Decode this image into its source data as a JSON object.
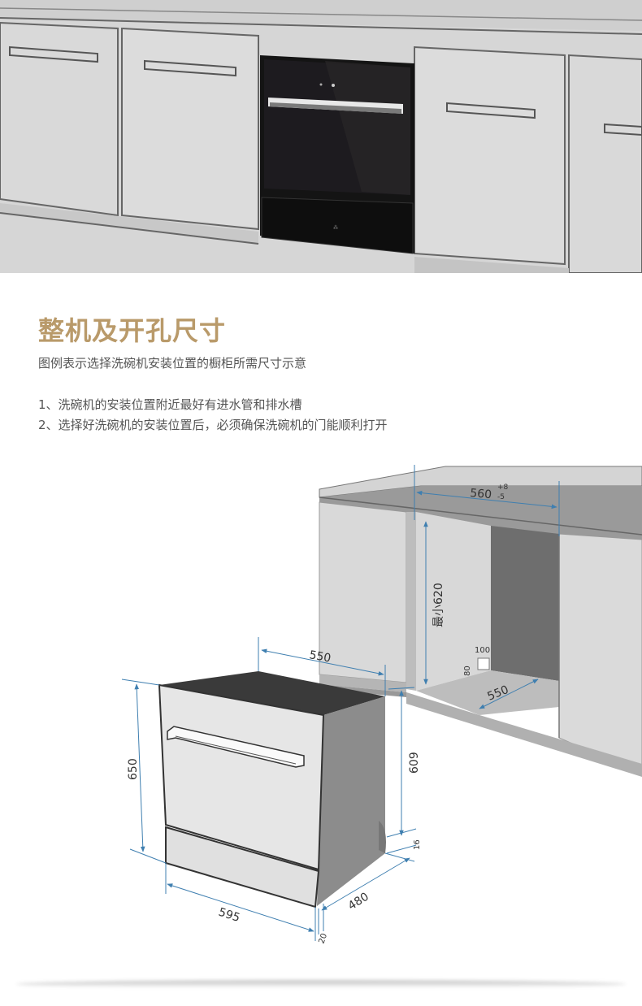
{
  "hero": {
    "image": "built-in-dishwasher-in-kitchen-cabinet"
  },
  "section": {
    "title": "整机及开孔尺寸",
    "subtitle": "图例表示选择洗碗机安装位置的橱柜所需尺寸示意",
    "notes": [
      "1、洗碗机的安装位置附近最好有进水管和排水槽",
      "2、选择好洗碗机的安装位置后，必须确保洗碗机的门能顺利打开"
    ]
  },
  "diagram": {
    "cabinet": {
      "opening_width": "560",
      "opening_width_plus": "+8",
      "opening_width_minus": "-5",
      "opening_height": "最小620",
      "opening_depth": "550",
      "hole_width": "100",
      "hole_height": "80"
    },
    "machine": {
      "depth_top": "550",
      "height": "650",
      "body_height": "609",
      "foot_height": "16",
      "width": "595",
      "base_depth": "480",
      "door_thickness": "20"
    },
    "colors": {
      "dimension_line": "#3f7fb0",
      "title": "#b99a6a"
    }
  }
}
